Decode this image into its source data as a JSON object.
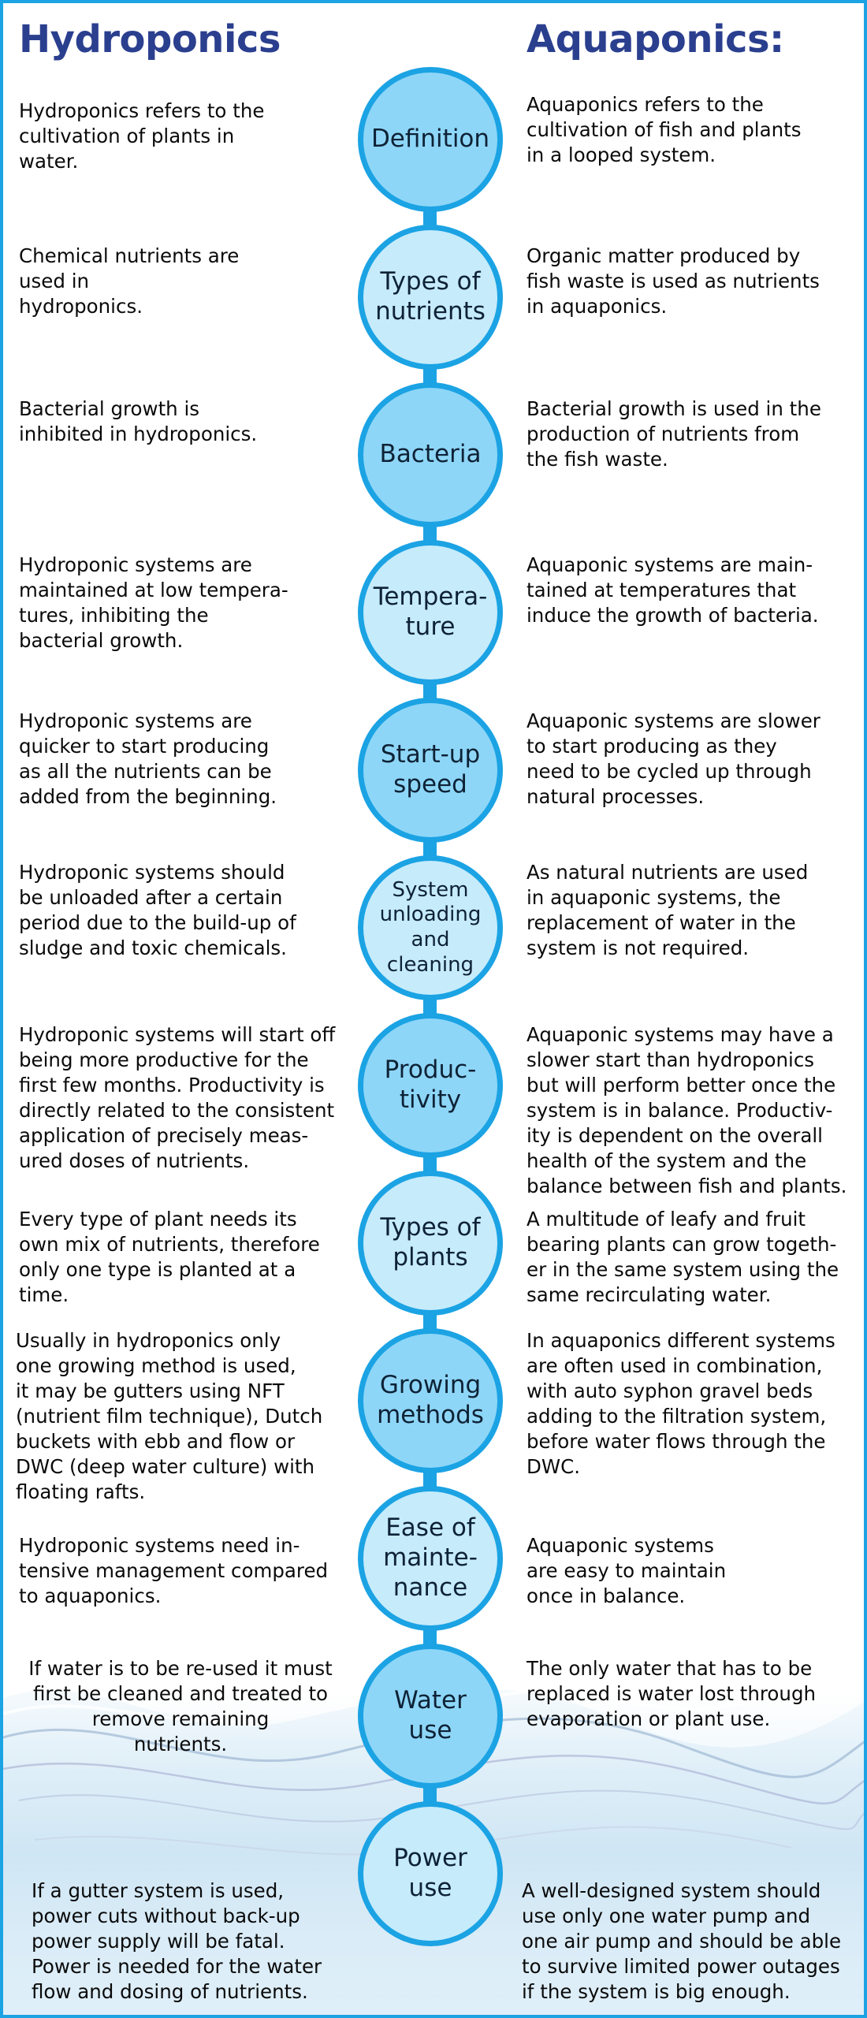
{
  "headings": {
    "left": "Hydroponics",
    "right": "Aquaponics:"
  },
  "rows": [
    {
      "label": "Definition",
      "hydroponics": "Hydroponics refers to the\ncultivation of plants in\nwater.",
      "aquaponics": "Aquaponics refers to the\ncultivation of fish and plants\nin a looped system."
    },
    {
      "label": "Types of\nnutrients",
      "hydroponics": "Chemical nutrients are\nused in\nhydroponics.",
      "aquaponics": "Organic matter produced by\nfish waste is used as nutrients\nin aquaponics."
    },
    {
      "label": "Bacteria",
      "hydroponics": "Bacterial growth is\ninhibited in hydroponics.",
      "aquaponics": "Bacterial growth is used in the\nproduction of nutrients from\nthe fish waste."
    },
    {
      "label": "Tempera-\nture",
      "hydroponics": "Hydroponic systems are\nmaintained at low tempera-\ntures, inhibiting the\nbacterial growth.",
      "aquaponics": "Aquaponic systems are main-\ntained at temperatures that\ninduce the growth of bacteria."
    },
    {
      "label": "Start-up\nspeed",
      "hydroponics": "Hydroponic systems are\nquicker to start producing\nas all the nutrients can be\nadded from the beginning.",
      "aquaponics": "Aquaponic systems are slower\nto start producing as they\nneed to be cycled up through\nnatural processes."
    },
    {
      "label": "System\nunloading\nand\ncleaning",
      "hydroponics": "Hydroponic systems should\nbe unloaded after a certain\nperiod due to the build-up of\nsludge and toxic chemicals.",
      "aquaponics": "As natural nutrients are used\nin aquaponic systems, the\nreplacement of water in the\nsystem is not required."
    },
    {
      "label": "Produc-\ntivity",
      "hydroponics": "Hydroponic systems will start off\nbeing more productive for the\nfirst few months. Productivity is\ndirectly related to the consistent\napplication of precisely meas-\nured doses of nutrients.",
      "aquaponics": "Aquaponic systems may have a\nslower start than hydroponics\nbut will perform better once the\nsystem is in balance. Productiv-\nity is dependent on the overall\nhealth of the system and the\nbalance between fish and plants."
    },
    {
      "label": "Types of\nplants",
      "hydroponics": "Every type of plant needs its\nown mix of nutrients, therefore\nonly one type is planted at a\ntime.",
      "aquaponics": "A multitude of leafy and fruit\nbearing plants can grow togeth-\ner in the same system using the\nsame recirculating water."
    },
    {
      "label": "Growing\nmethods",
      "hydroponics": "Usually in hydroponics only\none growing method is used,\nit may be gutters using NFT\n(nutrient film technique), Dutch\nbuckets with ebb and flow or\nDWC (deep water culture) with\nfloating rafts.",
      "aquaponics": "In aquaponics different systems\nare often used in combination,\nwith auto syphon gravel beds\nadding to the filtration system,\nbefore water flows through the\nDWC."
    },
    {
      "label": "Ease of\nmainte-\nnance",
      "hydroponics": "Hydroponic systems need in-\ntensive management compared\nto aquaponics.",
      "aquaponics": "Aquaponic systems\nare easy to maintain\nonce in balance."
    },
    {
      "label": "Water\nuse",
      "hydroponics": "If water is to be re-used it must\nfirst be cleaned and treated to\nremove remaining\nnutrients.",
      "aquaponics": "The only water that has to be\nreplaced is water lost through\nevaporation or plant use."
    },
    {
      "label": "Power\nuse",
      "hydroponics": "If a gutter system is used,\npower cuts without back-up\npower supply will be fatal.\nPower is needed for the water\nflow and dosing of nutrients.",
      "aquaponics": "A well-designed system should\nuse only one water pump and\none air pump and should be able\nto survive limited power outages\nif the system is big enough."
    }
  ]
}
